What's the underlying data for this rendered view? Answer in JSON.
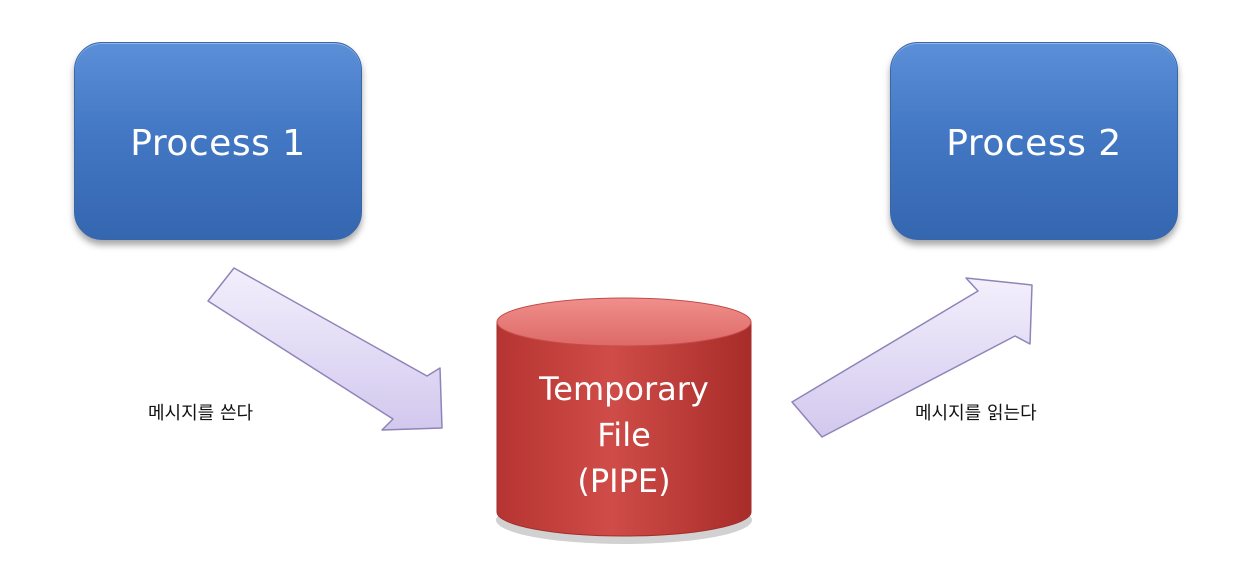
{
  "process_1": {
    "label": "Process 1"
  },
  "process_2": {
    "label": "Process 2"
  },
  "pipe": {
    "line_1": "Temporary",
    "line_2": "File",
    "line_3": "(PIPE)"
  },
  "write_label": "메시지를 쓴다",
  "read_label": "메시지를 읽는다",
  "colors": {
    "process_box": "#4a7ec8",
    "pipe_cylinder": "#c0403e",
    "arrow_fill": "#ddd5f2",
    "arrow_stroke": "#8f84b8"
  }
}
